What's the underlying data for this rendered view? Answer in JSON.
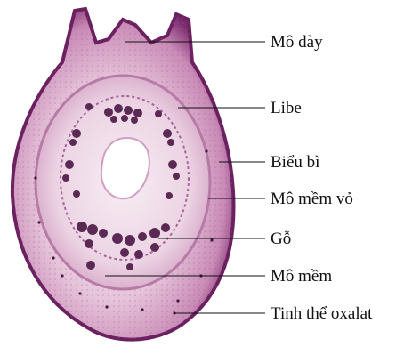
{
  "figure": {
    "labels": [
      {
        "id": "mo-day",
        "text": "Mô dày"
      },
      {
        "id": "libe",
        "text": "Libe"
      },
      {
        "id": "bieu-bi",
        "text": "Biểu bì"
      },
      {
        "id": "mo-mem-vo",
        "text": "Mô mềm vỏ"
      },
      {
        "id": "go",
        "text": "Gỗ"
      },
      {
        "id": "mo-mem",
        "text": "Mô mềm"
      },
      {
        "id": "tinh-the-oxalat",
        "text": "Tinh thể oxalat"
      }
    ]
  },
  "colors": {
    "epidermis": "#7a2a6e",
    "cortex": "#e9c9df",
    "tissue_light": "#f4e6ef",
    "vascular": "#5a2a55",
    "center": "#ffffff"
  }
}
